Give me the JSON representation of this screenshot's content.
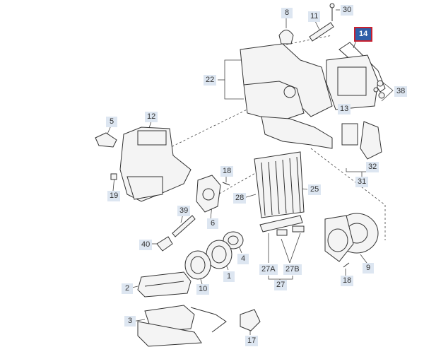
{
  "callouts": {
    "c1": "1",
    "c2": "2",
    "c3": "3",
    "c4": "4",
    "c5": "5",
    "c6": "6",
    "c8": "8",
    "c9": "9",
    "c10": "10",
    "c11": "11",
    "c12": "12",
    "c13": "13",
    "c14": "14",
    "c17": "17",
    "c18a": "18",
    "c18b": "18",
    "c19": "19",
    "c22": "22",
    "c25": "25",
    "c27": "27",
    "c27a": "27A",
    "c27b": "27B",
    "c28": "28",
    "c30": "30",
    "c31": "31",
    "c32": "32",
    "c38": "38",
    "c39": "39",
    "c40": "40"
  },
  "highlight": {
    "callout": "14",
    "fill": "#2f5fa8",
    "border": "#c8202f"
  },
  "colors": {
    "label_bg": "#dde6f1",
    "line": "#444444",
    "part_fill": "#f4f4f4"
  }
}
